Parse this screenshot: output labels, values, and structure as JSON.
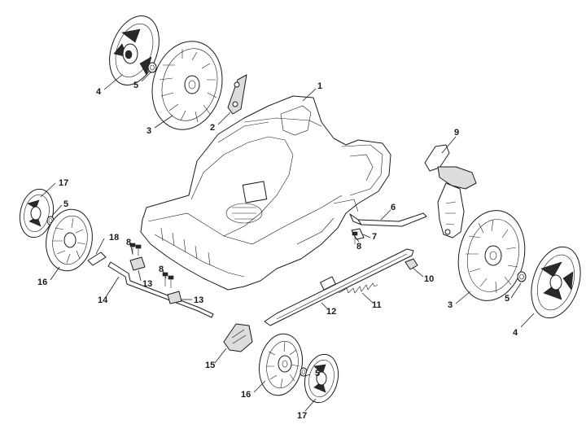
{
  "diagram": {
    "callouts": [
      {
        "id": "c1",
        "label": "1"
      },
      {
        "id": "c2",
        "label": "2"
      },
      {
        "id": "c3a",
        "label": "3"
      },
      {
        "id": "c3b",
        "label": "3"
      },
      {
        "id": "c4a",
        "label": "4"
      },
      {
        "id": "c4b",
        "label": "4"
      },
      {
        "id": "c5a",
        "label": "5"
      },
      {
        "id": "c5b",
        "label": "5"
      },
      {
        "id": "c5c",
        "label": "5"
      },
      {
        "id": "c5d",
        "label": "5"
      },
      {
        "id": "c6",
        "label": "6"
      },
      {
        "id": "c7",
        "label": "7"
      },
      {
        "id": "c8a",
        "label": "8"
      },
      {
        "id": "c8b",
        "label": "8"
      },
      {
        "id": "c8c",
        "label": "8"
      },
      {
        "id": "c9",
        "label": "9"
      },
      {
        "id": "c10",
        "label": "10"
      },
      {
        "id": "c11",
        "label": "11"
      },
      {
        "id": "c12",
        "label": "12"
      },
      {
        "id": "c13a",
        "label": "13"
      },
      {
        "id": "c13b",
        "label": "13"
      },
      {
        "id": "c14",
        "label": "14"
      },
      {
        "id": "c15",
        "label": "15"
      },
      {
        "id": "c16a",
        "label": "16"
      },
      {
        "id": "c16b",
        "label": "16"
      },
      {
        "id": "c17a",
        "label": "17"
      },
      {
        "id": "c17b",
        "label": "17"
      },
      {
        "id": "c18",
        "label": "18"
      }
    ]
  }
}
